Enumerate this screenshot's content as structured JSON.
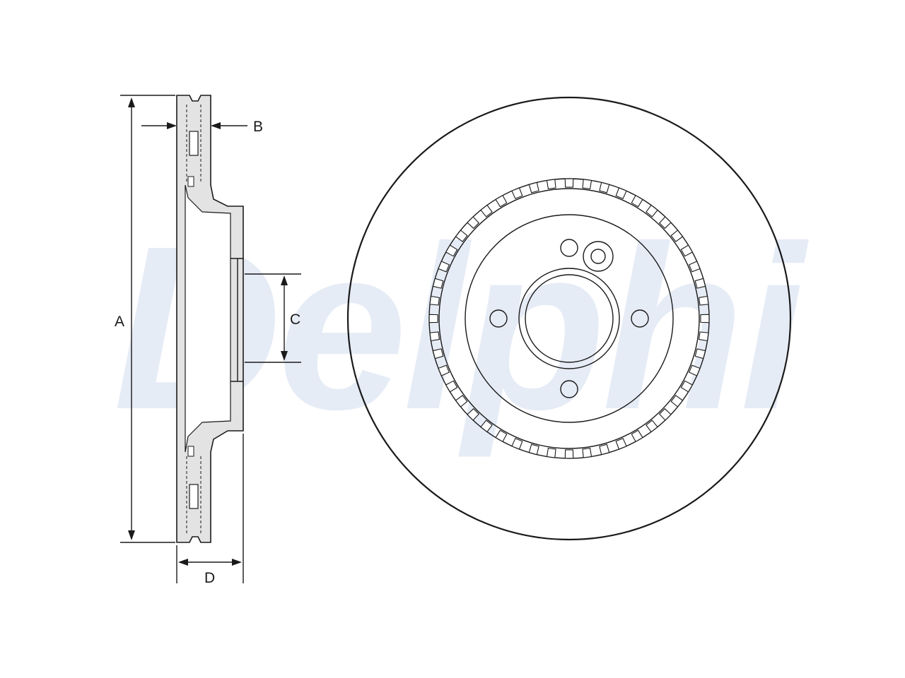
{
  "watermark": {
    "text": "Delphi"
  },
  "dimensions": {
    "a": "A",
    "b": "B",
    "c": "C",
    "d": "D"
  },
  "colors": {
    "line": "#1a1a1a",
    "section_fill": "#e3e3e3",
    "watermark": "#e6ecf6"
  }
}
